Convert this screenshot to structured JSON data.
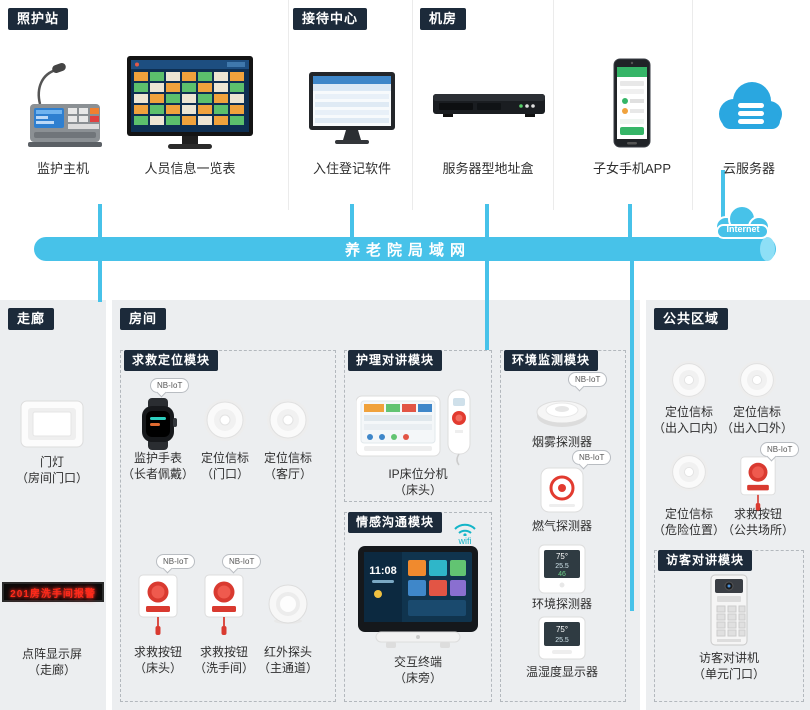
{
  "colors": {
    "accent_cyan": "#47c2e9",
    "tag_navy": "#1c2a3a",
    "alert_red": "#e23b30",
    "led_red": "#ff2a1a",
    "cloud_blue": "#2aa7e0",
    "panel_gray": "#eceef0"
  },
  "badges": {
    "nbiot": "NB-IoT",
    "wifi": "wifi",
    "internet": "Internet"
  },
  "lan": {
    "label": "养老院局域网"
  },
  "top": {
    "care_station": {
      "tag": "照护站",
      "host_label": "监护主机",
      "board_label": "人员信息一览表"
    },
    "reception": {
      "tag": "接待中心",
      "device_label": "入住登记软件"
    },
    "server_room": {
      "tag": "机房",
      "device_label": "服务器型地址盒"
    },
    "phone_label": "子女手机APP",
    "cloud_label": "云服务器"
  },
  "corridor": {
    "tag": "走廊",
    "door_light": {
      "name": "门灯",
      "loc": "（房间门口）"
    },
    "led": {
      "name": "点阵显示屏",
      "loc": "（走廊）",
      "text": "201房洗手间报警"
    }
  },
  "room": {
    "tag": "房间",
    "sos": {
      "title": "求救定位模块",
      "watch": {
        "name": "监护手表",
        "loc": "（长者佩戴）"
      },
      "beacon_door": {
        "name": "定位信标",
        "loc": "（门口）"
      },
      "beacon_living": {
        "name": "定位信标",
        "loc": "（客厅）"
      },
      "btn_bed": {
        "name": "求救按钮",
        "loc": "（床头）"
      },
      "btn_bath": {
        "name": "求救按钮",
        "loc": "（洗手间）"
      },
      "ir": {
        "name": "红外探头",
        "loc": "（主通道）"
      }
    },
    "nursing": {
      "title": "护理对讲模块",
      "device": {
        "name": "IP床位分机",
        "loc": "（床头）"
      }
    },
    "emotion": {
      "title": "情感沟通模块",
      "time": "11:08",
      "device": {
        "name": "交互终端",
        "loc": "（床旁）"
      }
    },
    "env": {
      "title": "环境监测模块",
      "smoke": "烟雾探测器",
      "gas": "燃气探测器",
      "env_det": "环境探测器",
      "temp": "温湿度显示器",
      "r1": "75°",
      "r2": "25.5",
      "r3": "46"
    }
  },
  "public": {
    "tag": "公共区域",
    "beacon_in": {
      "name": "定位信标",
      "loc": "（出入口内）"
    },
    "beacon_out": {
      "name": "定位信标",
      "loc": "（出入口外）"
    },
    "beacon_danger": {
      "name": "定位信标",
      "loc": "（危险位置）"
    },
    "btn_public": {
      "name": "求救按钮",
      "loc": "（公共场所）"
    },
    "visitor": {
      "title": "访客对讲模块",
      "device": {
        "name": "访客对讲机",
        "loc": "（单元门口）"
      }
    }
  }
}
